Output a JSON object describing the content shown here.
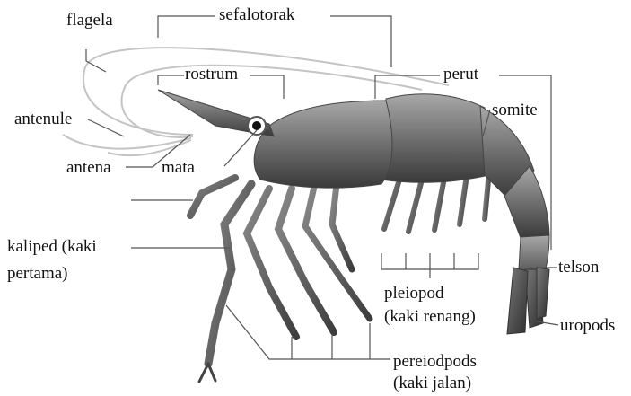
{
  "diagram": {
    "labels": {
      "flagela": "flagela",
      "sefalotorak": "sefalotorak",
      "rostrum": "rostrum",
      "perut": "perut",
      "somite": "somite",
      "antenule": "antenule",
      "antena": "antena",
      "mata": "mata",
      "kaliped_line1": "kaliped (kaki",
      "kaliped_line2": "pertama)",
      "telson": "telson",
      "pleiopod_line1": "pleiopod",
      "pleiopod_line2": "(kaki renang)",
      "uropods": "uropods",
      "pereiodpods_line1": "pereiodpods",
      "pereiodpods_line2": "(kaki jalan)"
    },
    "colors": {
      "body_light": "#9a9a9a",
      "body_dark": "#3c3c3c",
      "leader_line": "#555555",
      "antenna": "#bdbdbd",
      "text": "#111111"
    }
  }
}
